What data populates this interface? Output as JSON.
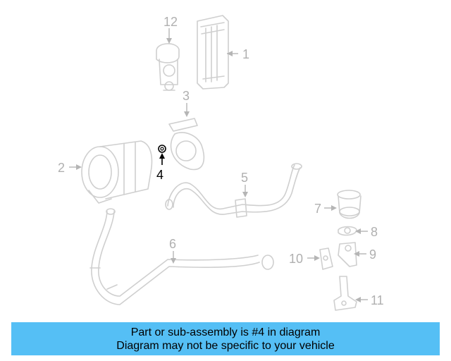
{
  "callouts": {
    "c1": "1",
    "c2": "2",
    "c3": "3",
    "c4": "4",
    "c5": "5",
    "c6": "6",
    "c7": "7",
    "c8": "8",
    "c9": "9",
    "c10": "10",
    "c11": "11",
    "c12": "12"
  },
  "highlighted_part": "4",
  "banner": {
    "line1": "Part or sub-assembly is #4 in diagram",
    "line2": "Diagram may not be specific to your vehicle",
    "color": "#55bff5"
  }
}
